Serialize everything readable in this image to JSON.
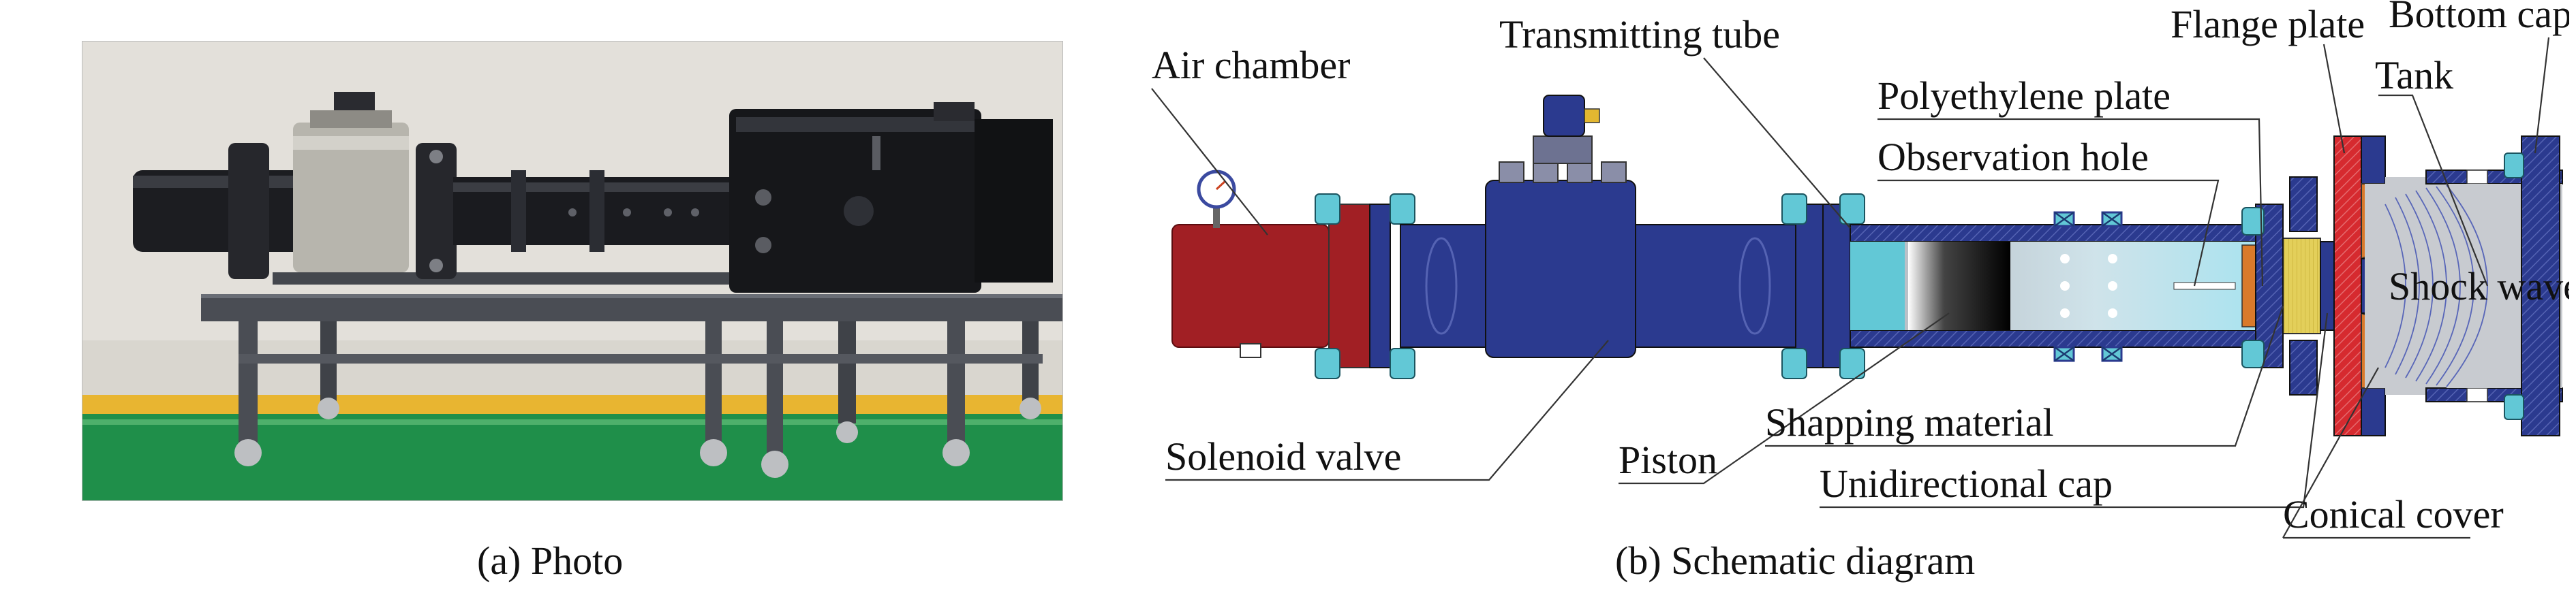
{
  "captions": {
    "photo": "(a) Photo",
    "schematic": "(b) Schematic diagram"
  },
  "labels": {
    "air_chamber": "Air chamber",
    "transmitting_tube": "Transmitting tube",
    "flange_plate": "Flange plate",
    "bottom_cap": "Bottom cap",
    "tank": "Tank",
    "polyethylene_plate": "Polyethylene plate",
    "observation_hole": "Observation hole",
    "shock_wave": "Shock wave",
    "solenoid_valve": "Solenoid valve",
    "piston": "Piston",
    "shapping_material": "Shapping material",
    "unidirectional_cap": "Unidirectional cap",
    "conical_cover": "Conical cover"
  },
  "colors": {
    "air_chamber": "#a11f24",
    "body_blue": "#2b3a8f",
    "bolt_cyan": "#62c8d6",
    "flange_red": "#d62a2f",
    "orange": "#d97a2b",
    "yellow": "#e3cf5a",
    "tank_gray": "#c8cbd0",
    "wave_blue": "#5866b8"
  }
}
